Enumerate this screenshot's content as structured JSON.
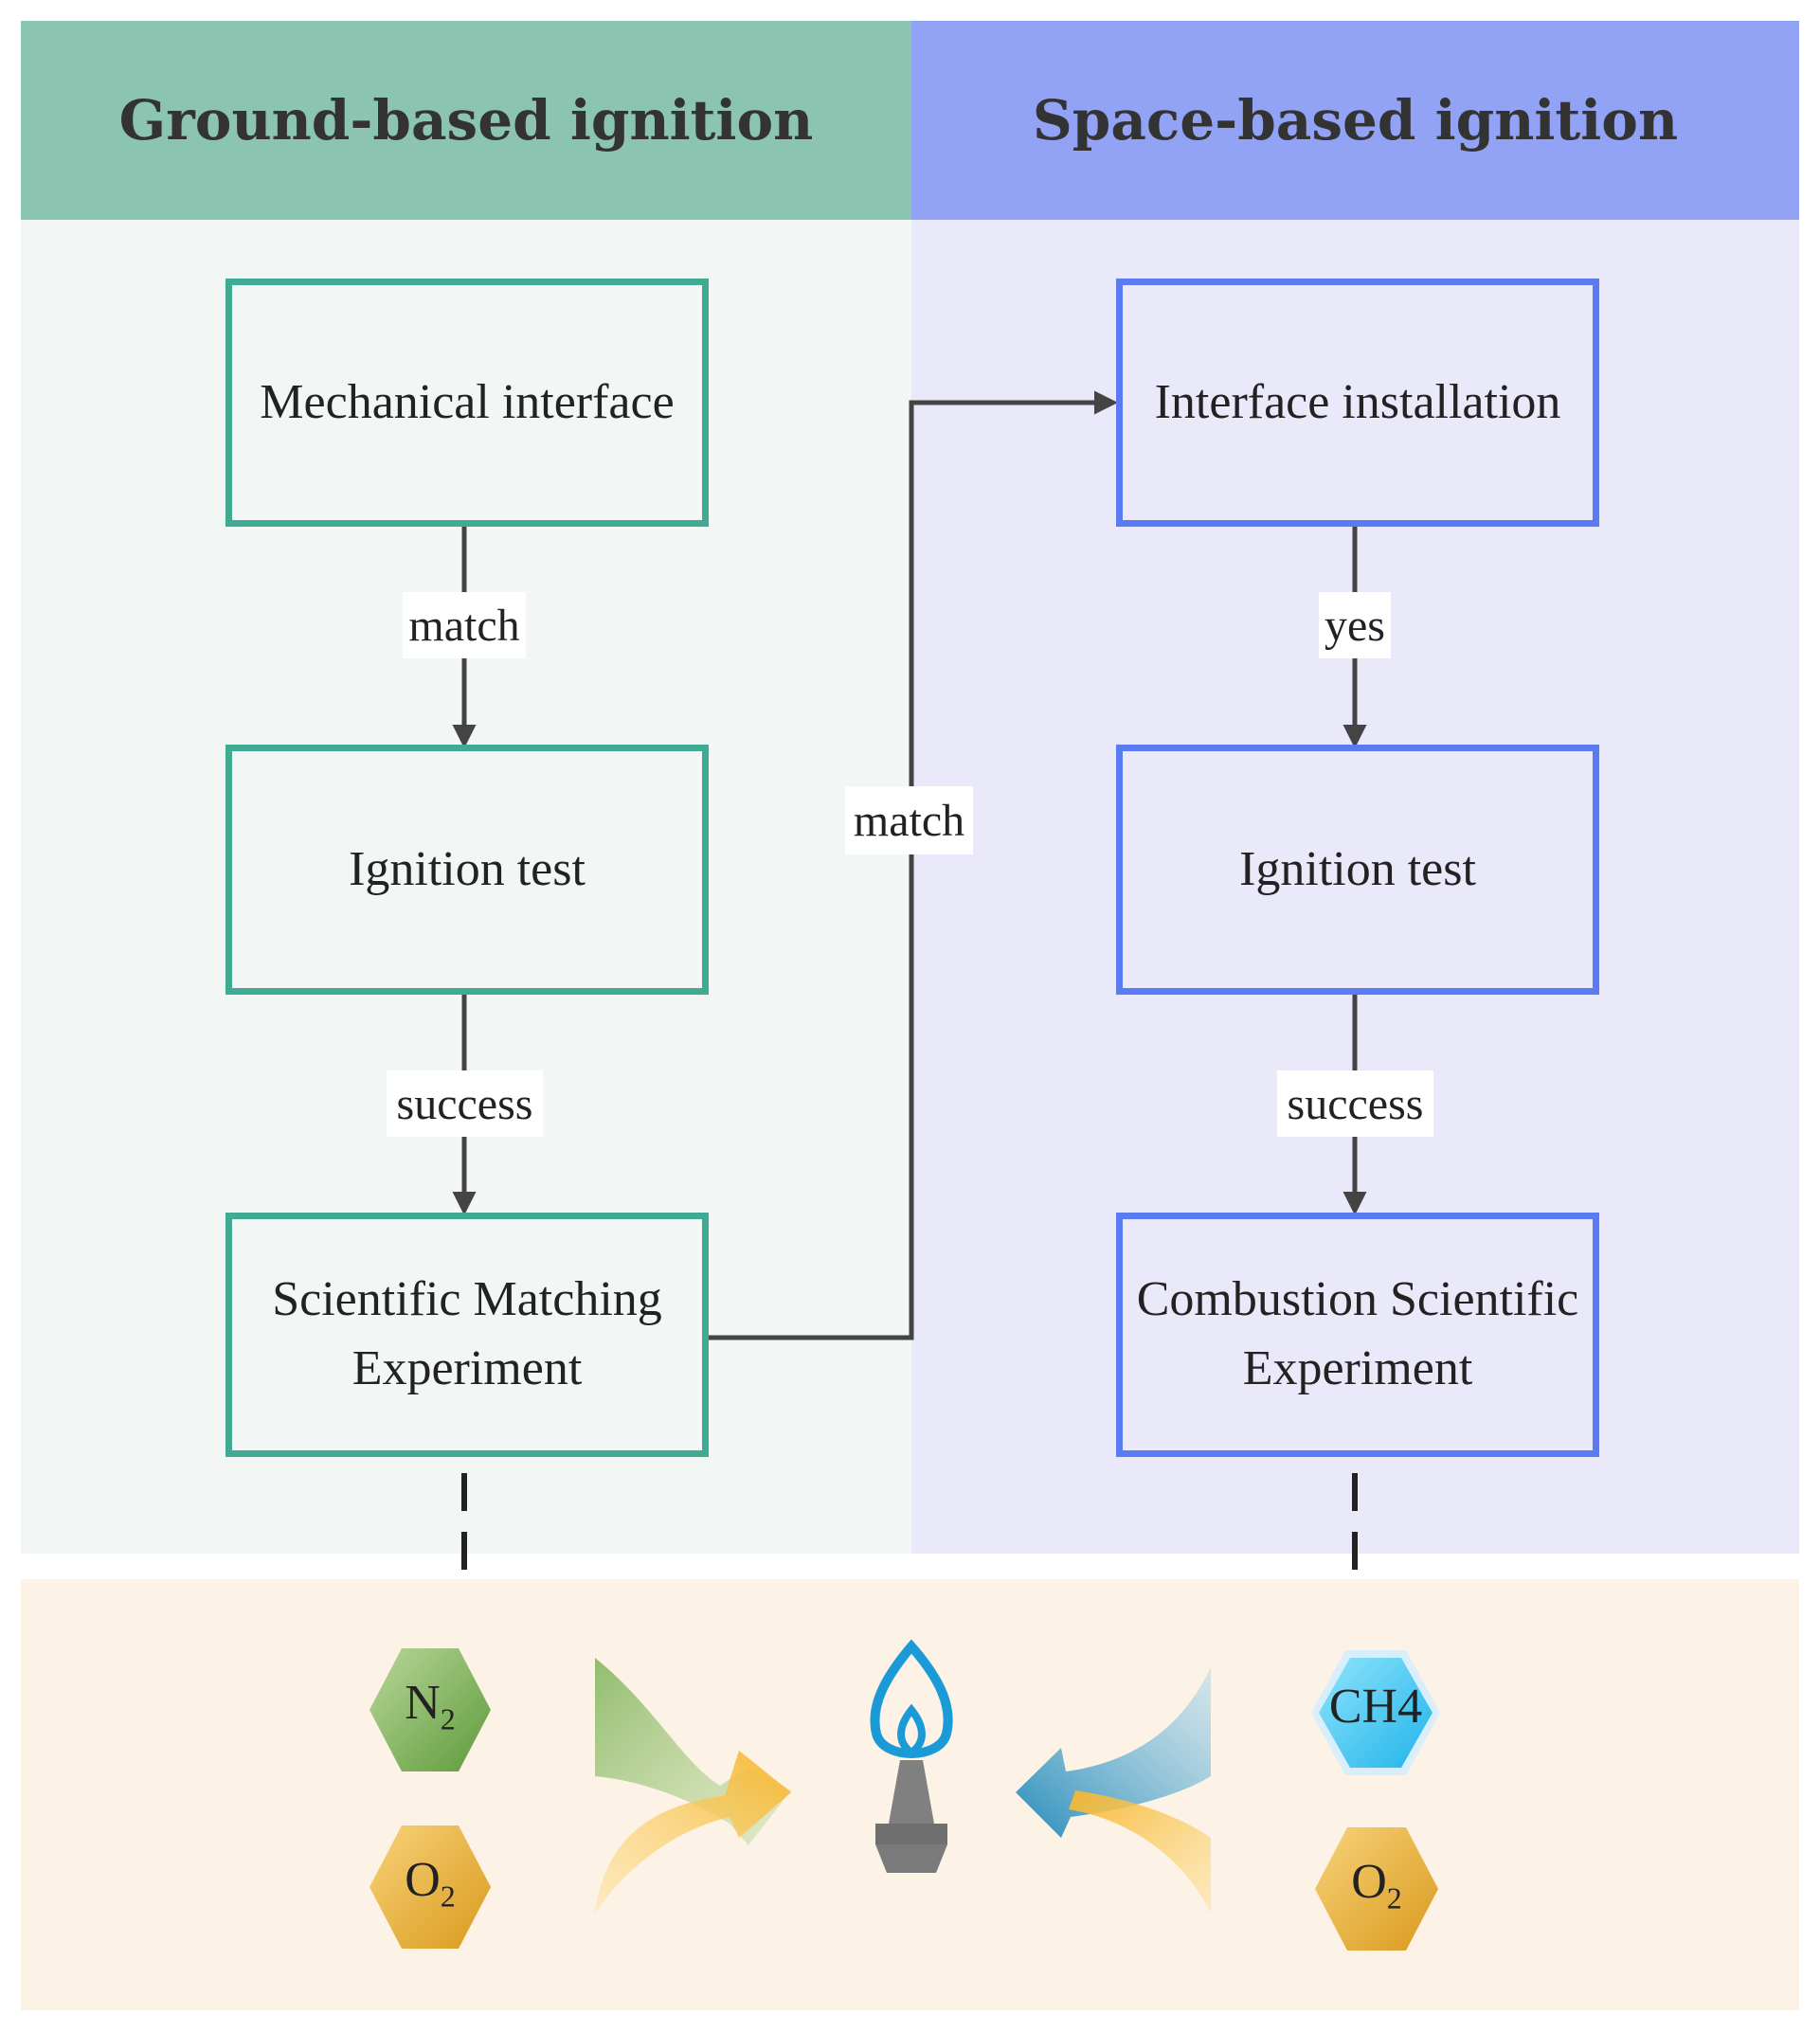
{
  "headers": {
    "ground": "Ground-based ignition",
    "space": "Space-based ignition"
  },
  "ground": {
    "box1": "Mechanical interface",
    "box2": "Ignition test",
    "box3_line1": "Scientific Matching",
    "box3_line2": "Experiment",
    "edge1": "match",
    "edge2": "success"
  },
  "space": {
    "box1": "Interface installation",
    "box2": "Ignition test",
    "box3_line1": "Combustion Scientific",
    "box3_line2": "Experiment",
    "edge1": "yes",
    "edge2": "success"
  },
  "cross_edge": "match",
  "bottom": {
    "left_gases": [
      {
        "symbol": "N",
        "sub": "2",
        "icon": "green-hexagon"
      },
      {
        "symbol": "O",
        "sub": "2",
        "icon": "gold-hexagon"
      }
    ],
    "right_gases": [
      {
        "symbol": "CH4",
        "sub": "",
        "icon": "blue-hexagon"
      },
      {
        "symbol": "O",
        "sub": "2",
        "icon": "gold-hexagon"
      }
    ],
    "center_icon": "burner-flame-icon"
  },
  "colors": {
    "ground_header": "#8cc4b2",
    "space_header": "#92a3f6",
    "ground_border": "#3fab92",
    "space_border": "#5b7bf2",
    "bottom_band": "#fcf2e6"
  }
}
